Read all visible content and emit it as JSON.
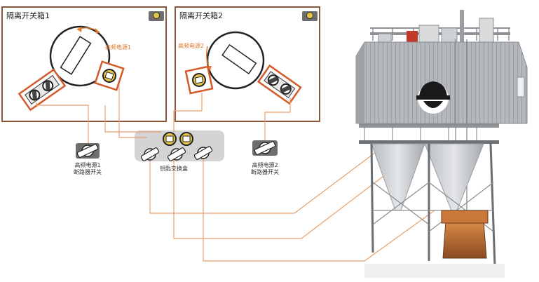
{
  "panels": [
    {
      "title": "隔离开关箱1"
    },
    {
      "title": "隔离开关箱2"
    }
  ],
  "labels": {
    "hf1_in_panel": "高频电源1",
    "hf2_in_panel": "高频电源2",
    "breaker1_line1": "高频电源1",
    "breaker1_line2": "断路器开关",
    "breaker2_line1": "高频电源2",
    "breaker2_line2": "断路器开关",
    "key_box": "钥匙交换盒"
  },
  "colors": {
    "panel_border": "#8b5a3c",
    "orange": "#e07a2e",
    "key_gold": "#e8c84a",
    "gray": "#6e6e6e"
  },
  "icons": [
    "lock-icon",
    "key-icon",
    "helmet-icon"
  ]
}
